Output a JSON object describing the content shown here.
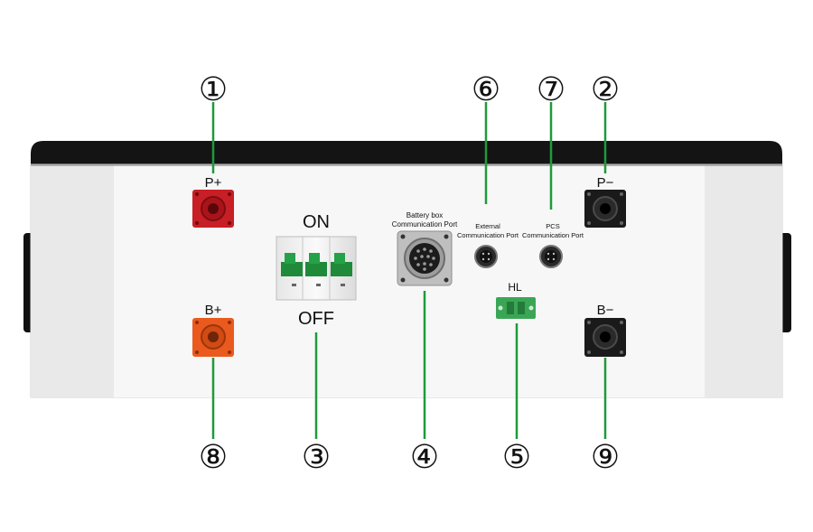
{
  "terminals": {
    "p_plus": "P+",
    "p_minus": "P−",
    "b_plus": "B+",
    "b_minus": "B−",
    "hl": "HL"
  },
  "breaker": {
    "on": "ON",
    "off": "OFF"
  },
  "ports": {
    "battery_box_line1": "Battery box",
    "battery_box_line2": "Communication Port",
    "external_line1": "External",
    "external_line2": "Communication Port",
    "pcs_line1": "PCS",
    "pcs_line2": "Communication Port"
  },
  "callouts": {
    "c1": "①",
    "c2": "②",
    "c3": "③",
    "c4": "④",
    "c5": "⑤",
    "c6": "⑥",
    "c7": "⑦",
    "c8": "⑧",
    "c9": "⑨"
  },
  "colors": {
    "leader": "#1f9a3a",
    "case_top": "#111111",
    "panel": "#f2f2f2",
    "p_plus_terminal": "#c81e25",
    "b_plus_terminal": "#ea5a1e",
    "negative_terminal": "#1a1a1a",
    "breaker_green": "#1e8a3a",
    "hl_green": "#3aa655"
  },
  "icons": [
    "circle-number-icon",
    "terminal-icon",
    "connector-icon",
    "breaker-icon"
  ]
}
